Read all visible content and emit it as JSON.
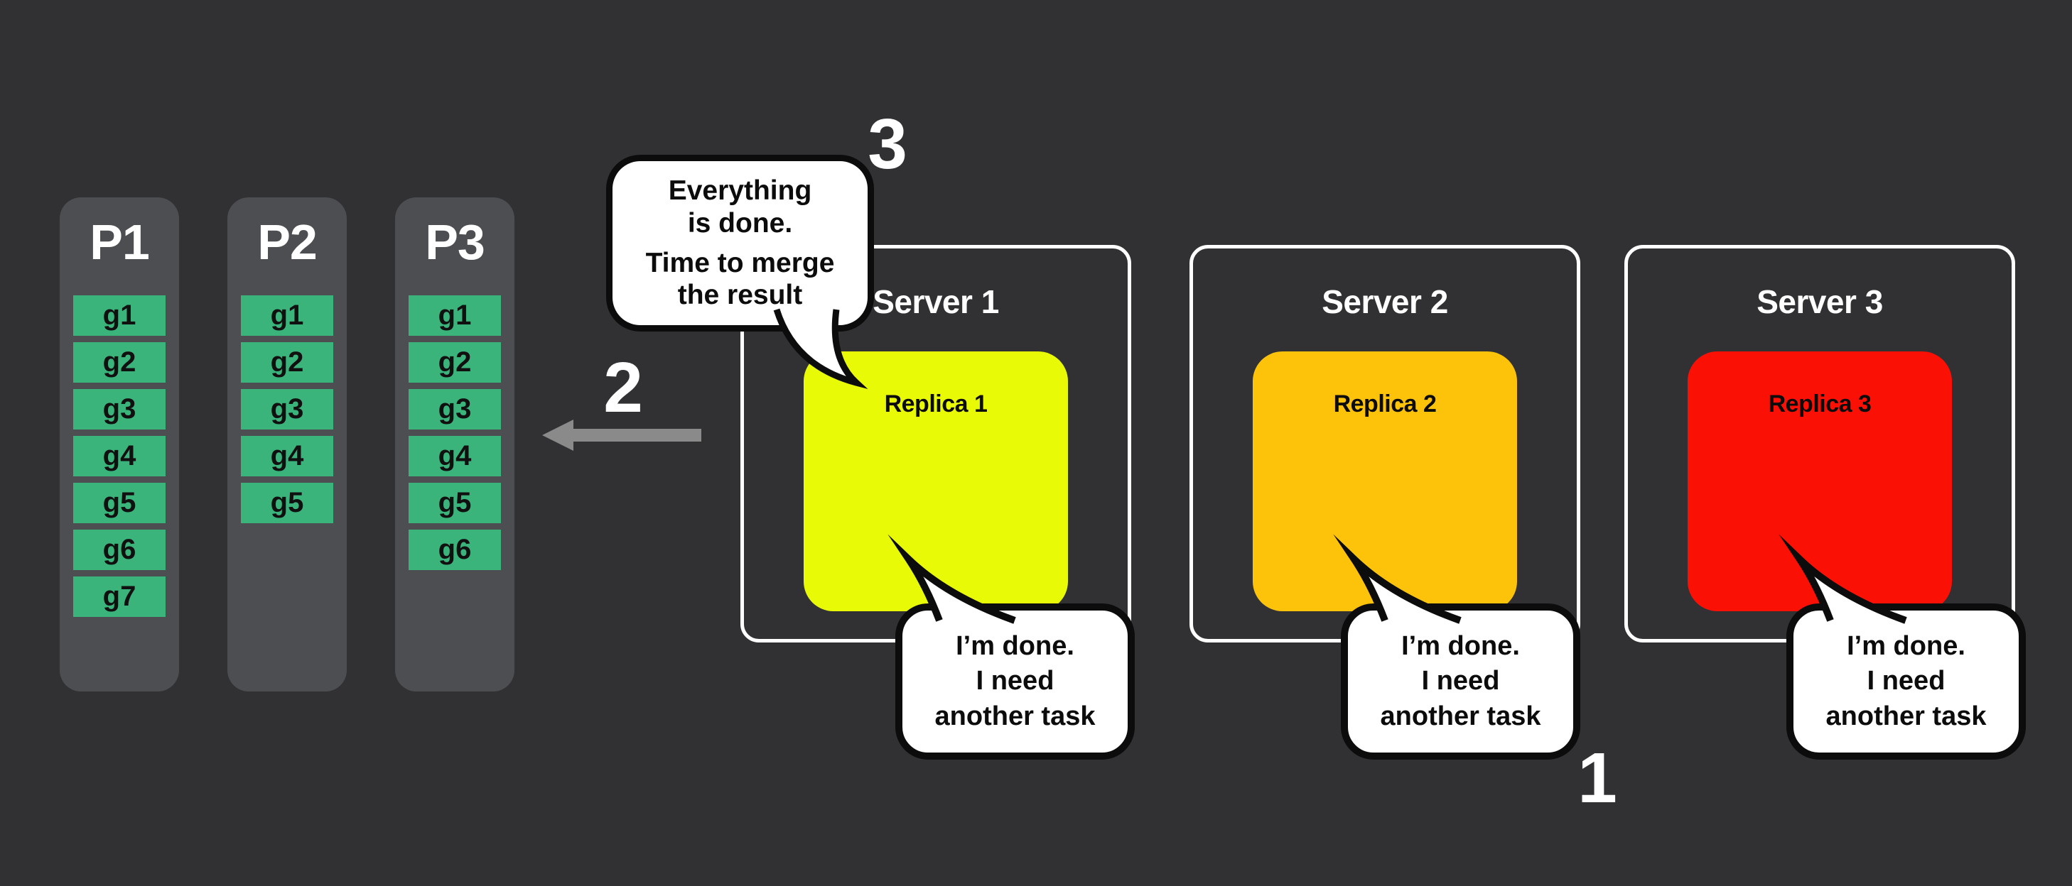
{
  "diagram": {
    "partitions": [
      {
        "name": "P1",
        "tasks": [
          "g1",
          "g2",
          "g3",
          "g4",
          "g5",
          "g6",
          "g7"
        ]
      },
      {
        "name": "P2",
        "tasks": [
          "g1",
          "g2",
          "g3",
          "g4",
          "g5"
        ]
      },
      {
        "name": "P3",
        "tasks": [
          "g1",
          "g2",
          "g3",
          "g4",
          "g5",
          "g6"
        ]
      }
    ],
    "servers": [
      {
        "name": "Server 1",
        "replica": {
          "label": "Replica 1",
          "color": "#e9fa06"
        },
        "bubble": "I’m done.\nI need\nanother task"
      },
      {
        "name": "Server 2",
        "replica": {
          "label": "Replica 2",
          "color": "#fcc30a"
        },
        "bubble": "I’m done.\nI need\nanother task"
      },
      {
        "name": "Server 3",
        "replica": {
          "label": "Replica 3",
          "color": "#fb1005"
        },
        "bubble": "I’m done.\nI need\nanother task"
      }
    ],
    "merge_bubble": {
      "sentence1": "Everything\nis done.",
      "sentence2": "Time to merge\nthe result"
    },
    "steps": {
      "one": "1",
      "two": "2",
      "three": "3"
    }
  },
  "colors": {
    "background": "#313134",
    "partition_panel": "#4d4e52",
    "task_green": "#3bb47c",
    "server_border": "#ffffff",
    "bubble_border": "#0c0c0c",
    "arrow_gray": "#8a8a8b",
    "replica1_yellow": "#e9fa06",
    "replica2_orange": "#fcc30a",
    "replica3_red": "#fb1005"
  }
}
